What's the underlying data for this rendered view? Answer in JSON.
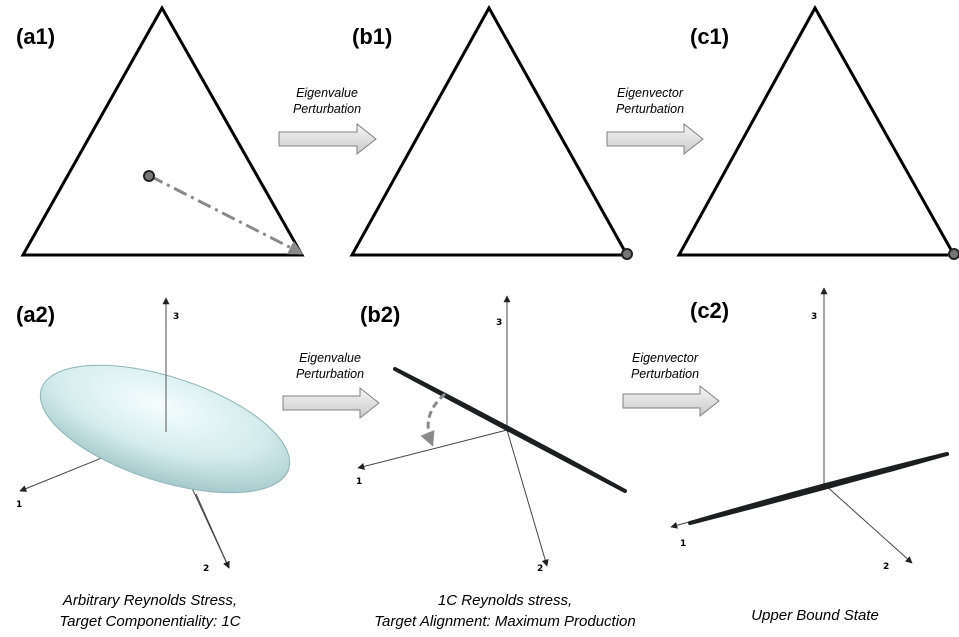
{
  "panels": {
    "a1": "(a1)",
    "b1": "(b1)",
    "c1": "(c1)",
    "a2": "(a2)",
    "b2": "(b2)",
    "c2": "(c2)"
  },
  "arrows": {
    "top_1": [
      "Eigenvalue",
      "Perturbation"
    ],
    "top_2": [
      "Eigenvector",
      "Perturbation"
    ],
    "bottom_1": [
      "Eigenvalue",
      "Perturbation"
    ],
    "bottom_2": [
      "Eigenvector",
      "Perturbation"
    ]
  },
  "axes": {
    "axis_1": "1",
    "axis_2": "2",
    "axis_3": "3"
  },
  "captions": {
    "a": [
      "Arbitrary Reynolds Stress,",
      "Target Componentiality: 1C"
    ],
    "b": [
      "1C Reynolds stress,",
      "Target Alignment: Maximum Production"
    ],
    "c": [
      "Upper Bound State"
    ]
  },
  "colors": {
    "triangle_stroke": "#000000",
    "arrow_fill": "#e6e6e6",
    "marker_fill": "#777777",
    "ellipsoid_fill": "#d8eef0",
    "needle_fill": "#2f3434"
  }
}
